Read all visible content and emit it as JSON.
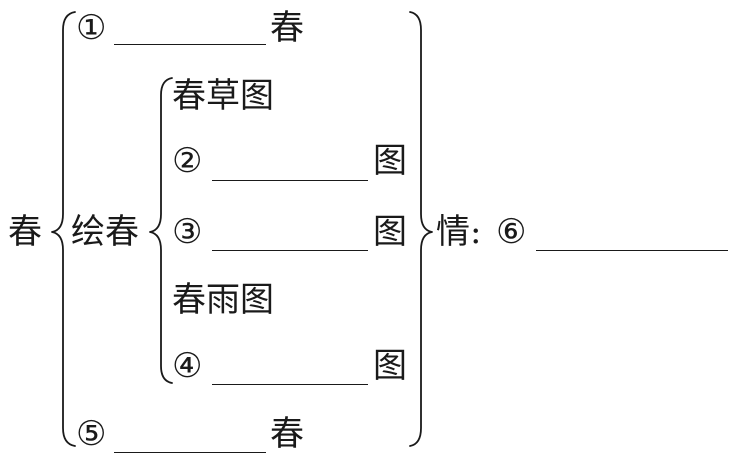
{
  "root": {
    "label": "春"
  },
  "level1": {
    "item1": {
      "marker": "①",
      "suffix": "春"
    },
    "draw": {
      "label": "绘春"
    },
    "item5": {
      "marker": "⑤",
      "suffix": "春"
    }
  },
  "draw_items": {
    "grass": {
      "label": "春草图"
    },
    "item2": {
      "marker": "②",
      "suffix": "图"
    },
    "item3": {
      "marker": "③",
      "suffix": "图"
    },
    "rain": {
      "label": "春雨图"
    },
    "item4": {
      "marker": "④",
      "suffix": "图"
    }
  },
  "emotion": {
    "label": "情:",
    "marker": "⑥"
  }
}
